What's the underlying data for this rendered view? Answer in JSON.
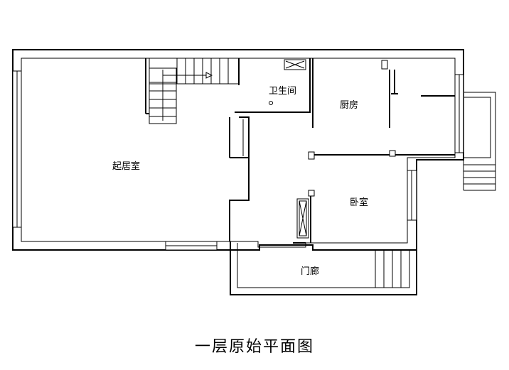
{
  "title": "一层原始平面图",
  "rooms": {
    "living_room": "起居室",
    "bathroom": "卫生间",
    "kitchen": "厨房",
    "bedroom": "卧室",
    "porch": "门廊"
  }
}
